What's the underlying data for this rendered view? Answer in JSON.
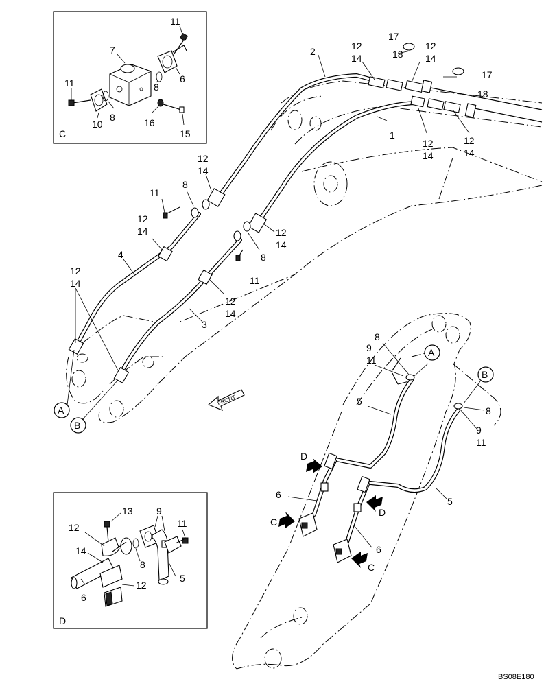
{
  "drawing_code": "BS08E180",
  "front_label": "FRONT",
  "detail_c": {
    "title": "C",
    "labels": [
      "11",
      "7",
      "6",
      "11",
      "8",
      "10",
      "8",
      "16",
      "15"
    ]
  },
  "detail_d": {
    "title": "D",
    "labels": [
      "13",
      "9",
      "12",
      "11",
      "14",
      "8",
      "5",
      "6",
      "12"
    ]
  },
  "main_labels": [
    "2",
    "12",
    "14",
    "17",
    "18",
    "12",
    "14",
    "17",
    "18",
    "1",
    "12",
    "14",
    "12",
    "14",
    "12",
    "14",
    "8",
    "11",
    "12",
    "14",
    "8",
    "11",
    "12",
    "14",
    "4",
    "3",
    "12",
    "14"
  ],
  "circle_markers": [
    "A",
    "B",
    "A",
    "B"
  ],
  "arm_labels": [
    "8",
    "9",
    "11",
    "5",
    "8",
    "9",
    "11",
    "6",
    "5",
    "6"
  ],
  "arrow_markers": [
    "D",
    "C",
    "D",
    "C"
  ]
}
